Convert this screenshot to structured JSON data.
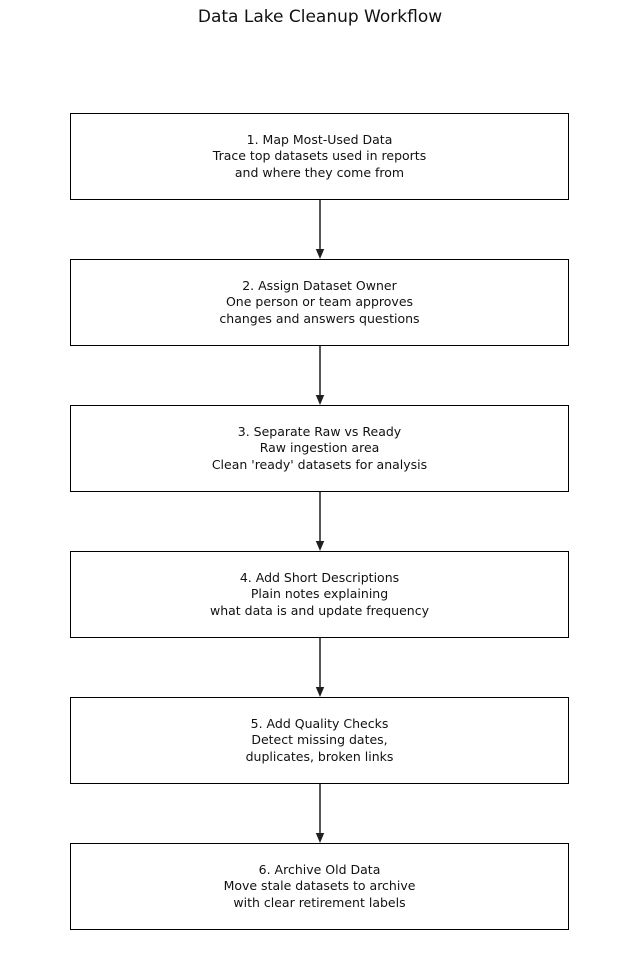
{
  "title": "Data Lake Cleanup Workflow",
  "steps": [
    {
      "title": "1. Map Most-Used Data",
      "line2": "Trace top datasets used in reports",
      "line3": "and where they come from"
    },
    {
      "title": "2. Assign Dataset Owner",
      "line2": "One person or team approves",
      "line3": "changes and answers questions"
    },
    {
      "title": "3. Separate Raw vs Ready",
      "line2": "Raw ingestion area",
      "line3": "Clean 'ready' datasets for analysis"
    },
    {
      "title": "4. Add Short Descriptions",
      "line2": "Plain notes explaining",
      "line3": "what data is and update frequency"
    },
    {
      "title": "5. Add Quality Checks",
      "line2": "Detect missing dates,",
      "line3": "duplicates, broken links"
    },
    {
      "title": "6. Archive Old Data",
      "line2": "Move stale datasets to archive",
      "line3": "with clear retirement labels"
    }
  ],
  "colors": {
    "background": "#ffffff",
    "box_fill": "#ffffff",
    "box_border": "#000000",
    "arrow": "#1f1f1f",
    "text": "#111111"
  }
}
